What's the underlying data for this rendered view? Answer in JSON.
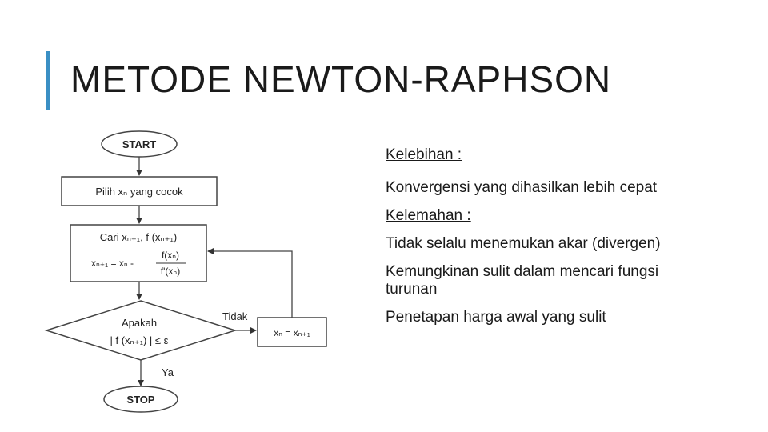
{
  "slide": {
    "title": "METODE NEWTON-RAPHSON",
    "accent_color": "#3a8fc4"
  },
  "flowchart": {
    "start": "START",
    "step_choose": "Pilih xₙ yang cocok",
    "step_compute_line1": "Cari xₙ₊₁, f (xₙ₊₁)",
    "step_compute_lhs": "xₙ₊₁ = xₙ -",
    "step_compute_num": "f(xₙ)",
    "step_compute_den": "f'(xₙ)",
    "decision_line1": "Apakah",
    "decision_line2": "| f (xₙ₊₁) | ≤ ε",
    "no_label": "Tidak",
    "yes_label": "Ya",
    "update_step": "xₙ = xₙ₊₁",
    "stop": "STOP"
  },
  "panel": {
    "advantages_heading": "Kelebihan :",
    "advantage_1": "Konvergensi yang dihasilkan lebih cepat",
    "disadvantages_heading": "Kelemahan :",
    "disadvantage_1": "Tidak selalu menemukan akar (divergen)",
    "disadvantage_2": "Kemungkinan sulit dalam mencari fungsi turunan",
    "disadvantage_3": "Penetapan harga awal yang sulit"
  }
}
